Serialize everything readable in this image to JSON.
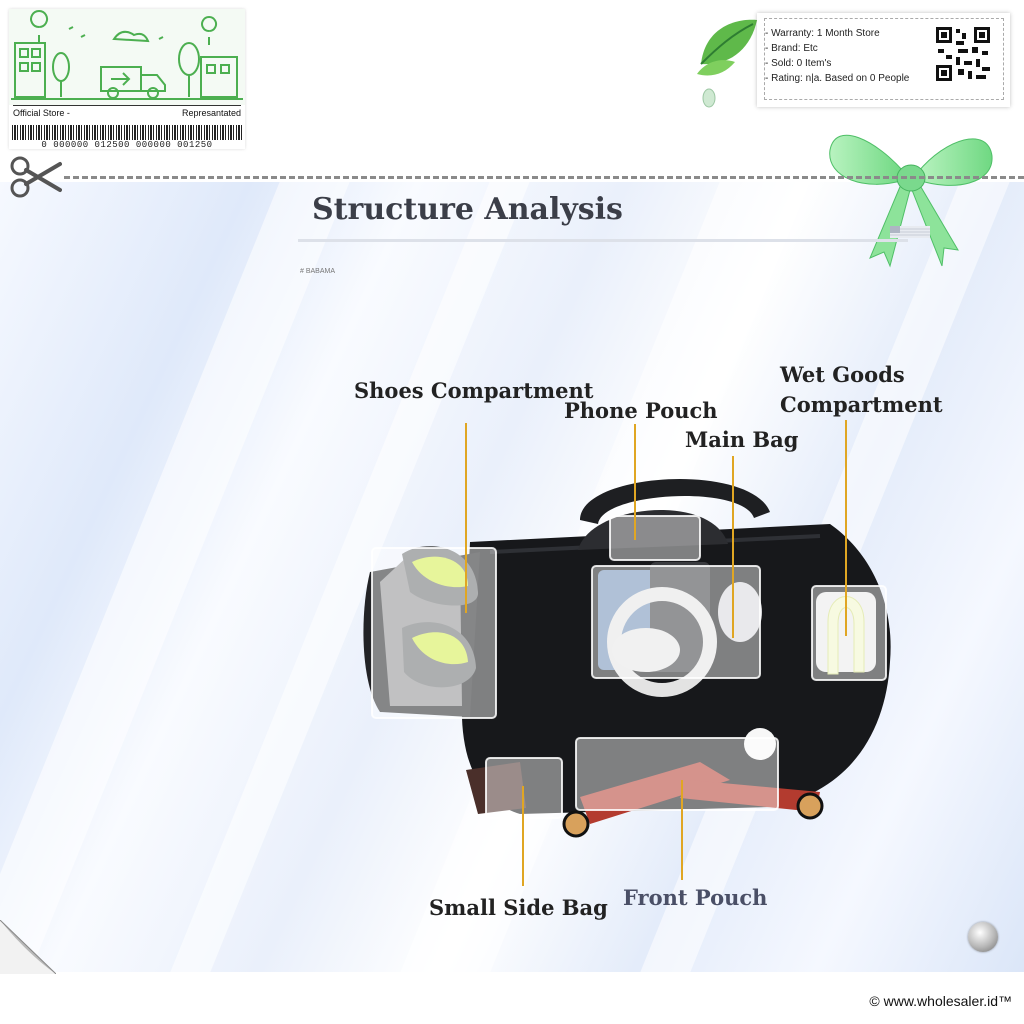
{
  "store": {
    "left_label": "Official Store -",
    "right_label": "Represantated",
    "barcode_text": "0 000000 012500 000000 001250"
  },
  "info": {
    "warranty": "- Warranty: 1 Month Store",
    "brand": "- Brand: Etc",
    "sold": "- Sold: 0 Item's",
    "rating": "- Rating: n|a. Based on 0 People"
  },
  "header": {
    "title": "Structure Analysis",
    "tag": "# BABAMA"
  },
  "labels": {
    "shoes": "Shoes Compartment",
    "phone": "Phone Pouch",
    "main": "Main Bag",
    "wet_line1": "Wet Goods",
    "wet_line2": "Compartment",
    "side": "Small Side Bag",
    "front": "Front Pouch"
  },
  "footer": {
    "copyright": "© www.wholesaler.id™"
  },
  "colors": {
    "accent_green": "#4caf50",
    "leader_gold": "#e0a623",
    "bow_green": "#8de39a"
  }
}
